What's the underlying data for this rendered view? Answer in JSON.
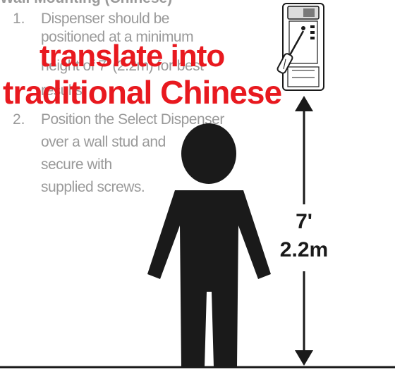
{
  "heading": "Wall Mounting (Chinese)",
  "steps": [
    {
      "number": "1.",
      "lines": [
        "Dispenser should be",
        "positioned at a minimum",
        "height of 7' (2.2m) for best",
        "results."
      ]
    },
    {
      "number": "2.",
      "lines": [
        "Position the Select Dispenser",
        "over a wall stud and",
        "secure with",
        "supplied screws."
      ]
    }
  ],
  "overlay": {
    "line1": "translate into",
    "line2": "traditional Chinese",
    "color": "#e8191f"
  },
  "measurement": {
    "feet": "7'",
    "meters": "2.2m"
  },
  "icons": {
    "dispenser": "wall-dispenser-icon",
    "person": "person-silhouette-icon",
    "arrow": "double-arrow-icon"
  }
}
